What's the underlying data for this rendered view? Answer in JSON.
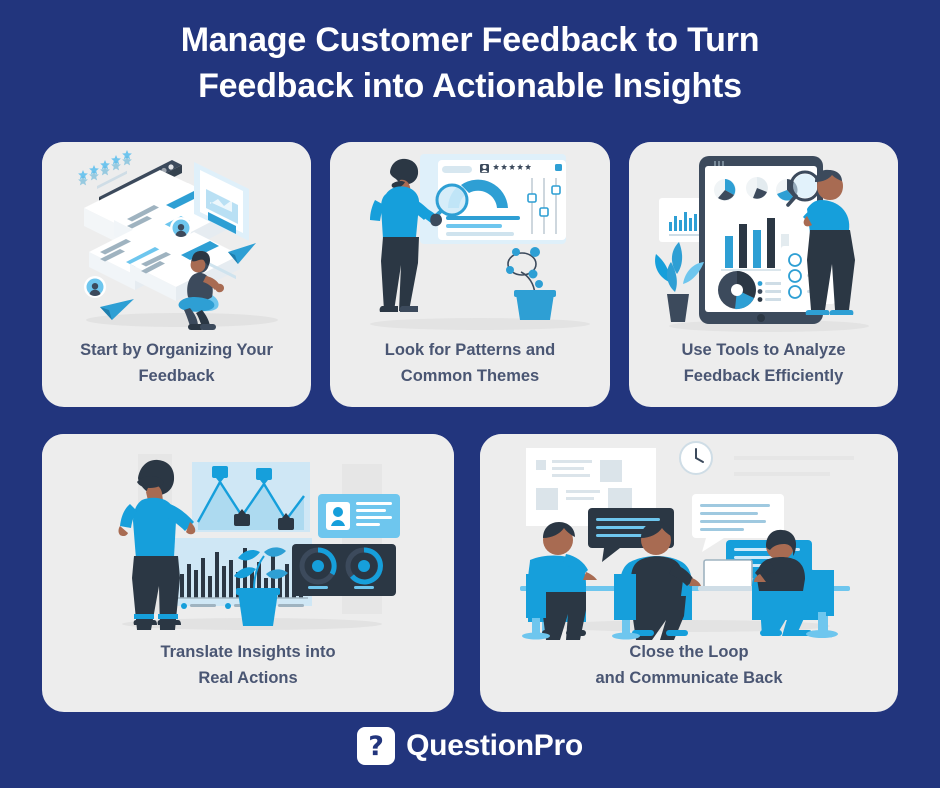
{
  "theme": {
    "background": "#22357d",
    "card_background": "#ededed",
    "title_color": "#ffffff",
    "label_color": "#4a5673",
    "accent_blue": "#169fdb",
    "dark_navy": "#2f3c4c"
  },
  "header": {
    "title_line_1": "Manage Customer Feedback to Turn",
    "title_line_2": "Feedback into Actionable Insights"
  },
  "cards": [
    {
      "label_line_1": "Start by Organizing Your",
      "label_line_2": "Feedback",
      "illustration": "organizing-feedback-illustration"
    },
    {
      "label_line_1": "Look for Patterns and",
      "label_line_2": "Common Themes",
      "illustration": "patterns-dashboard-illustration"
    },
    {
      "label_line_1": "Use Tools to Analyze",
      "label_line_2": "Feedback Efficiently",
      "illustration": "analytics-tablet-illustration"
    },
    {
      "label_line_1": "Translate Insights into",
      "label_line_2": "Real Actions",
      "illustration": "insights-to-actions-illustration"
    },
    {
      "label_line_1": "Close the Loop",
      "label_line_2": "and Communicate Back",
      "illustration": "team-meeting-illustration"
    }
  ],
  "footer": {
    "logo_mark": "question-mark-glyph",
    "logo_mark_char": "?",
    "brand_name": "QuestionPro"
  }
}
